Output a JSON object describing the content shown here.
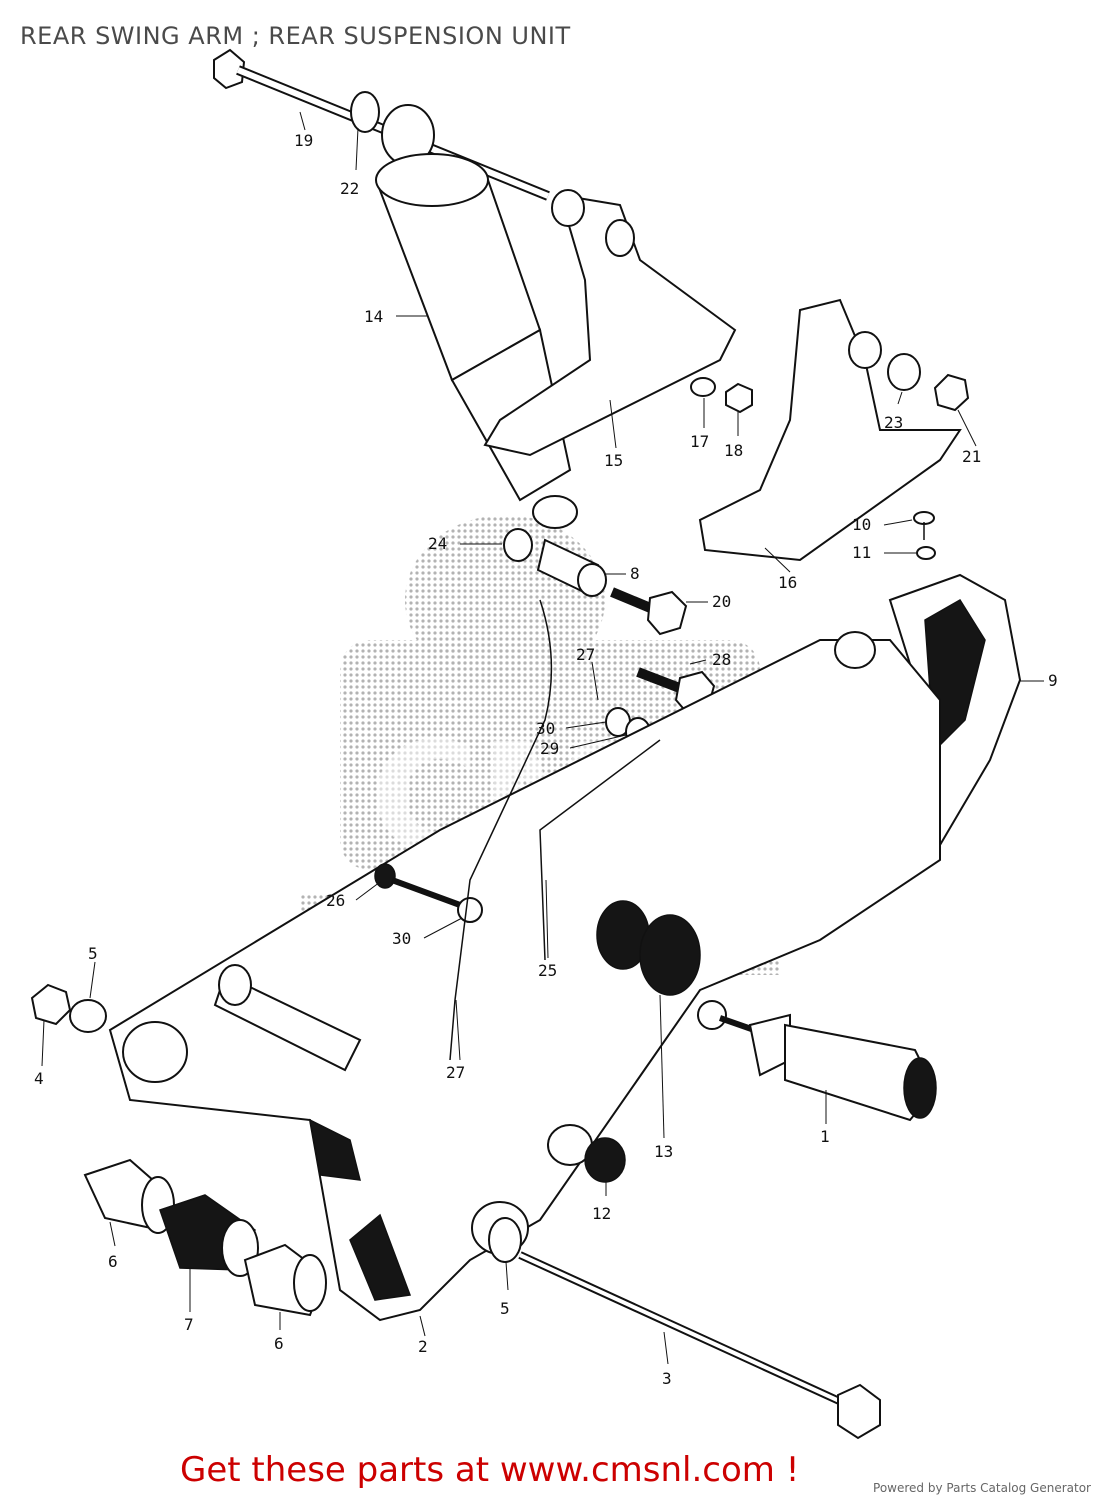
{
  "page": {
    "title": "REAR SWING ARM ; REAR SUSPENSION UNIT",
    "cta": "Get these parts at www.cmsnl.com !",
    "powered_by": "Powered by Parts Catalog Generator"
  },
  "callouts": [
    {
      "id": "c19",
      "text": "19"
    },
    {
      "id": "c22",
      "text": "22"
    },
    {
      "id": "c14",
      "text": "14"
    },
    {
      "id": "c15",
      "text": "15"
    },
    {
      "id": "c17",
      "text": "17"
    },
    {
      "id": "c18",
      "text": "18"
    },
    {
      "id": "c23",
      "text": "23"
    },
    {
      "id": "c21",
      "text": "21"
    },
    {
      "id": "c10",
      "text": "10"
    },
    {
      "id": "c11",
      "text": "11"
    },
    {
      "id": "c16",
      "text": "16"
    },
    {
      "id": "c24",
      "text": "24"
    },
    {
      "id": "c8",
      "text": "8"
    },
    {
      "id": "c20",
      "text": "20"
    },
    {
      "id": "c27a",
      "text": "27"
    },
    {
      "id": "c28",
      "text": "28"
    },
    {
      "id": "c9",
      "text": "9"
    },
    {
      "id": "c30a",
      "text": "30"
    },
    {
      "id": "c29",
      "text": "29"
    },
    {
      "id": "c26",
      "text": "26"
    },
    {
      "id": "c30b",
      "text": "30"
    },
    {
      "id": "c25",
      "text": "25"
    },
    {
      "id": "c27b",
      "text": "27"
    },
    {
      "id": "c5a",
      "text": "5"
    },
    {
      "id": "c4",
      "text": "4"
    },
    {
      "id": "c13",
      "text": "13"
    },
    {
      "id": "c1",
      "text": "1"
    },
    {
      "id": "c12",
      "text": "12"
    },
    {
      "id": "c6a",
      "text": "6"
    },
    {
      "id": "c7",
      "text": "7"
    },
    {
      "id": "c6b",
      "text": "6"
    },
    {
      "id": "c5b",
      "text": "5"
    },
    {
      "id": "c2",
      "text": "2"
    },
    {
      "id": "c3",
      "text": "3"
    }
  ],
  "watermark": {
    "text": "CMS"
  }
}
